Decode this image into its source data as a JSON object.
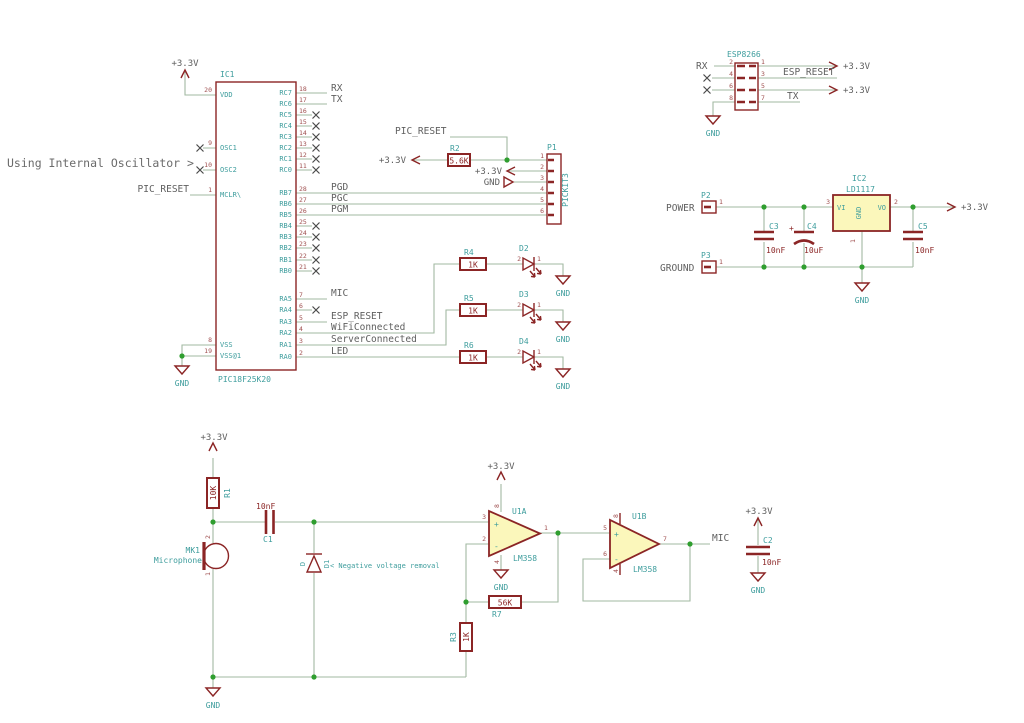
{
  "note": {
    "oscillator": "Using Internal Oscillator >",
    "negative_voltage": "< Negative voltage removal"
  },
  "power": {
    "v33": "+3.3V",
    "gnd": "GND"
  },
  "mcu": {
    "ref": "IC1",
    "part": "PIC18F25K20",
    "mclr_net": "PIC_RESET",
    "left_pins": [
      {
        "name": "VDD",
        "num": "20"
      },
      {
        "name": "OSC1",
        "num": "9"
      },
      {
        "name": "OSC2",
        "num": "10"
      },
      {
        "name": "MCLR\\",
        "num": "1"
      },
      {
        "name": "VSS",
        "num": "8"
      },
      {
        "name": "VSS@1",
        "num": "19"
      }
    ],
    "right_pins": [
      {
        "name": "RC7",
        "num": "18",
        "net": "RX"
      },
      {
        "name": "RC6",
        "num": "17",
        "net": "TX"
      },
      {
        "name": "RC5",
        "num": "16",
        "net": ""
      },
      {
        "name": "RC4",
        "num": "15",
        "net": ""
      },
      {
        "name": "RC3",
        "num": "14",
        "net": ""
      },
      {
        "name": "RC2",
        "num": "13",
        "net": ""
      },
      {
        "name": "RC1",
        "num": "12",
        "net": ""
      },
      {
        "name": "RC0",
        "num": "11",
        "net": ""
      },
      {
        "name": "RB7",
        "num": "28",
        "net": "PGD"
      },
      {
        "name": "RB6",
        "num": "27",
        "net": "PGC"
      },
      {
        "name": "RB5",
        "num": "26",
        "net": "PGM"
      },
      {
        "name": "RB4",
        "num": "25",
        "net": ""
      },
      {
        "name": "RB3",
        "num": "24",
        "net": ""
      },
      {
        "name": "RB2",
        "num": "23",
        "net": ""
      },
      {
        "name": "RB1",
        "num": "22",
        "net": ""
      },
      {
        "name": "RB0",
        "num": "21",
        "net": ""
      },
      {
        "name": "RA5",
        "num": "7",
        "net": "MIC"
      },
      {
        "name": "RA4",
        "num": "6",
        "net": ""
      },
      {
        "name": "RA3",
        "num": "5",
        "net": "ESP_RESET"
      },
      {
        "name": "RA2",
        "num": "4",
        "net": "WiFiConnected"
      },
      {
        "name": "RA1",
        "num": "3",
        "net": "ServerConnected"
      },
      {
        "name": "RA0",
        "num": "2",
        "net": "LED"
      }
    ]
  },
  "pickit": {
    "ref": "P1",
    "part": "PICKIT3",
    "net": "PIC_RESET",
    "pins": [
      "1",
      "2",
      "3",
      "4",
      "5",
      "6"
    ],
    "r2": {
      "ref": "R2",
      "value": "5.6K"
    }
  },
  "led_rows": [
    {
      "res": "R4",
      "val": "1K",
      "led": "D2",
      "a": "2",
      "k": "1"
    },
    {
      "res": "R5",
      "val": "1K",
      "led": "D3",
      "a": "2",
      "k": "1"
    },
    {
      "res": "R6",
      "val": "1K",
      "led": "D4",
      "a": "2",
      "k": "1"
    }
  ],
  "esp": {
    "ref": "ESP8266",
    "rx": "RX",
    "tx": "TX",
    "esp_reset": "ESP_RESET",
    "left_nums": [
      "2",
      "4",
      "6",
      "8"
    ],
    "right_nums": [
      "1",
      "3",
      "5",
      "7"
    ]
  },
  "regulator": {
    "ref": "IC2",
    "part": "LD1117",
    "vi": "VI",
    "vo": "VO",
    "gnd": "GND",
    "pin_vi": "3",
    "pin_vo": "2",
    "pin_gnd": "1",
    "p2": {
      "ref": "P2",
      "label": "POWER",
      "pin": "1"
    },
    "p3": {
      "ref": "P3",
      "label": "GROUND",
      "pin": "1"
    },
    "c3": {
      "ref": "C3",
      "val": "10nF"
    },
    "c4": {
      "ref": "C4",
      "val": "10uF",
      "plus": "+"
    },
    "c5": {
      "ref": "C5",
      "val": "10nF"
    }
  },
  "amp": {
    "mic_net": "MIC",
    "r1": {
      "ref": "R1",
      "val": "10K"
    },
    "mic_dev": {
      "ref": "MK1",
      "name": "Microphone",
      "pin_top": "2",
      "pin_bot": "1"
    },
    "c1": {
      "ref": "C1",
      "val": "10nF"
    },
    "d1": {
      "ref": "D1",
      "prefix": "D"
    },
    "u1a": {
      "ref": "U1A",
      "part": "LM358",
      "pin_plus": "3",
      "pin_minus": "2",
      "pin_out": "1",
      "pin_vcc": "8",
      "pin_gnd": "4",
      "plus": "+",
      "minus": "-"
    },
    "u1b": {
      "ref": "U1B",
      "part": "LM358",
      "pin_plus": "5",
      "pin_minus": "6",
      "pin_out": "7",
      "pin_vcc": "8",
      "pin_gnd": "4",
      "plus": "+",
      "minus": "-"
    },
    "r7": {
      "ref": "R7",
      "val": "56K"
    },
    "r3": {
      "ref": "R3",
      "val": "1K"
    },
    "c2": {
      "ref": "C2",
      "val": "10nF"
    }
  }
}
